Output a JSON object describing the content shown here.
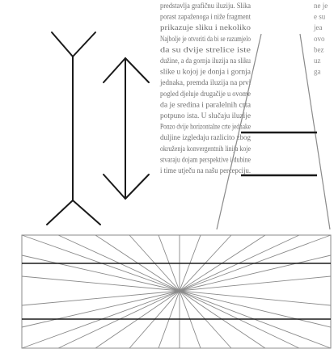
{
  "page": {
    "title": "",
    "paragraph_lines": [
      "predstavlja grafičnu iluziju. Slika",
      "porast zapaženoga i niže fragment",
      "prikazuje sliku i nekoliko",
      "Najbolje je otvoriti da bi se razumjelo",
      "da su dvije strelice iste",
      "dužine, a da gornja iluzija na sliku",
      "slike u kojoj je donja i gornja",
      "jednaka, premda iluzija na prvi",
      "pogled djeluje drugačije u ovome",
      "da je sredina i paralelnih crta",
      "potpuno ista. U slučaju iluzije",
      "Ponzo dvije horizontalne crte jednake",
      "duljine izgledaju razlicito zbog",
      "okruženja konvergentnih linija koje",
      "stvaraju dojam perspektive i dubine",
      "i time utječu na našu percepciju."
    ],
    "side_lines": [
      "ne je",
      "e su",
      "jea",
      "ovo",
      "bez",
      "uz",
      "ga"
    ]
  },
  "illusions": {
    "muller_lyer_a": "Müller-Lyer figure with outward fins",
    "muller_lyer_b": "Müller-Lyer figure with inward arrowheads",
    "ponzo": "Ponzo converging lines illusion",
    "hering": "Hering radiating lines illusion"
  },
  "colors": {
    "paper": "#ffffff",
    "ink": "#1a1a1a",
    "faint_text": "#6e6e6e",
    "thin_line": "#8a8a8a"
  }
}
